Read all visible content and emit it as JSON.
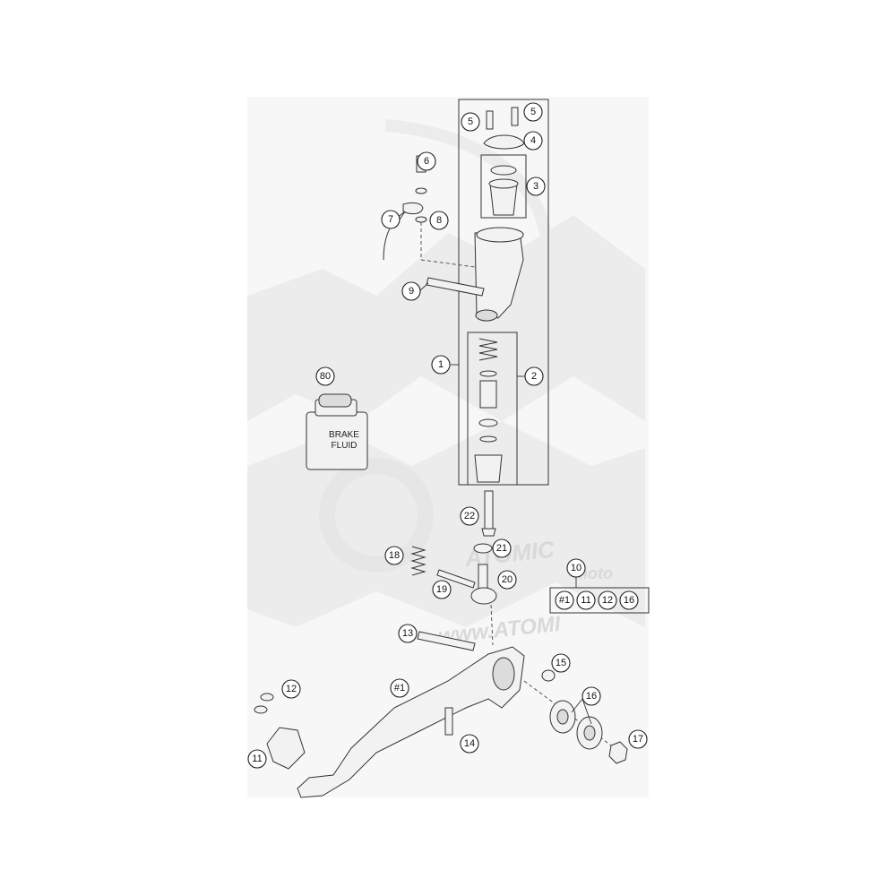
{
  "watermark": {
    "brand": "ATOMIC",
    "sub": "moto",
    "url": "www.ATOMI"
  },
  "bottle": {
    "line1": "BRAKE",
    "line2": "FLUID"
  },
  "callouts": {
    "c1": "1",
    "c2": "2",
    "c3": "3",
    "c4": "4",
    "c5a": "5",
    "c5b": "5",
    "c6": "6",
    "c7": "7",
    "c8": "8",
    "c9": "9",
    "c10": "10",
    "c11": "11",
    "c12": "12",
    "c13": "13",
    "c14": "14",
    "c15": "15",
    "c16": "16",
    "c17": "17",
    "c18": "18",
    "c19": "19",
    "c20": "20",
    "c21": "21",
    "c22": "22",
    "c80": "80",
    "c_h1": "#1"
  },
  "kit10": {
    "items": [
      "#1",
      "11",
      "12",
      "16"
    ]
  }
}
